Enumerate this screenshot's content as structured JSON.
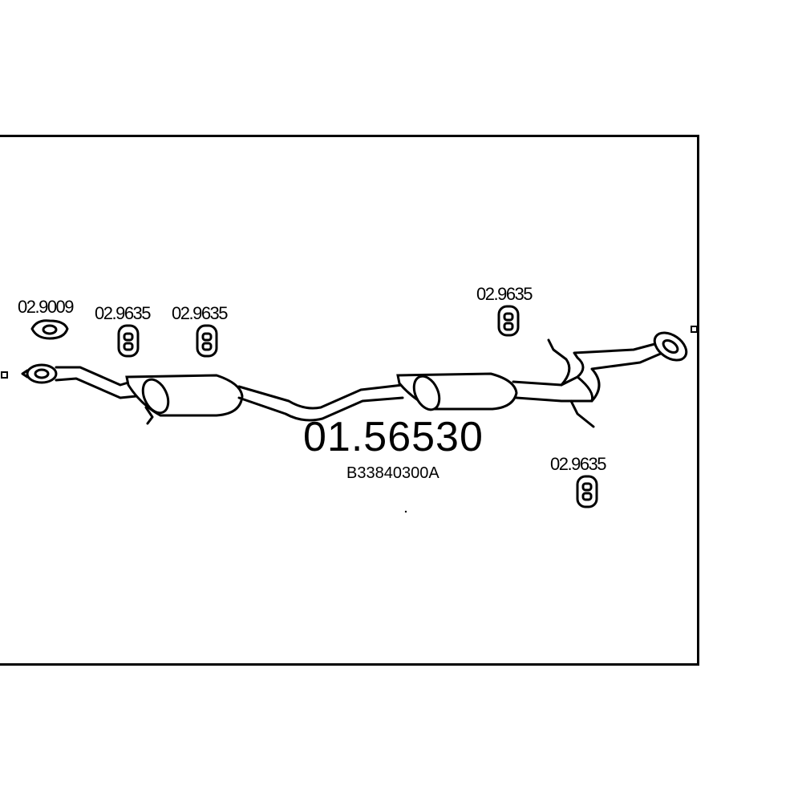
{
  "diagram": {
    "main_number": "01.56530",
    "oem_number": "B33840300A",
    "parts": [
      {
        "id": "gasket-left",
        "label": "02.9009"
      },
      {
        "id": "hanger-1",
        "label": "02.9635"
      },
      {
        "id": "hanger-2",
        "label": "02.9635"
      },
      {
        "id": "hanger-3",
        "label": "02.9635"
      },
      {
        "id": "hanger-4",
        "label": "02.9635"
      }
    ]
  }
}
